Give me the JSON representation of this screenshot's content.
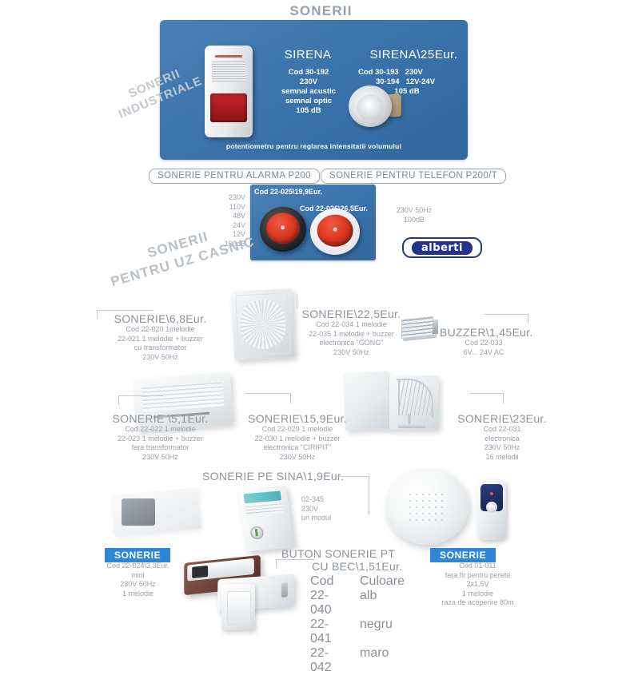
{
  "page_title": "SONERII",
  "industrial": {
    "diagonal_line1": "SONERII",
    "diagonal_line2": "INDUSTRIALE",
    "left": {
      "heading": "SIRENA",
      "lines": [
        "Cod 30-192",
        "230V",
        "semnal acustic",
        "semnal optic",
        "105 dB"
      ]
    },
    "right": {
      "heading": "SIRENA\\25Eur.",
      "row1_code": "Cod 30-193",
      "row1_volt": "230V",
      "row2_code": "30-194",
      "row2_volt": "12V-24V",
      "db": "105 dB"
    },
    "footer": "potentiometru pentru reglarea intensitatii volumului"
  },
  "p200": {
    "header_alarma": "SONERIE PENTRU ALARMA P200",
    "header_telefon": "SONERIE PENTRU TELEFON P200/T",
    "left_specs": [
      "230V",
      "110V",
      "48V",
      "24V",
      "12V",
      "100dB"
    ],
    "price_black": "Cod 22-025\\19,9Eur.",
    "price_white": "Cod 22-026\\26,5Eur.",
    "right_specs": [
      "230V  50Hz",
      "100dB"
    ],
    "logo": "alberti"
  },
  "casnic": {
    "diagonal_line1": "SONERII",
    "diagonal_line2": "PENTRU UZ CASNIC"
  },
  "products": [
    {
      "id": "sonerie-6-8",
      "title": "SONERIE\\6,8Eur.",
      "lines": [
        "Cod 22-020 1melodie",
        "22-021 1 melodie + buzzer",
        "cu transformator",
        "230V 50Hz"
      ]
    },
    {
      "id": "sonerie-22-5",
      "title": "SONERIE\\22,5Eur.",
      "lines": [
        "Cod 22-034 1 melodie",
        "22-035 1 melodie + buzzer",
        "electronica \"GONG\"",
        "230V 50Hz"
      ]
    },
    {
      "id": "buzzer-1-45",
      "title": "BUZZER\\1,45Eur.",
      "lines": [
        "Cod 22-033",
        "6V... 24V AC"
      ]
    },
    {
      "id": "sonerie-5-1",
      "title": "SONERIE \\5,1Eur.",
      "lines": [
        "Cod 22-022 1 melodie",
        "22-023 1 melodie + buzzer",
        "fara transformator",
        "230V 50Hz"
      ]
    },
    {
      "id": "sonerie-15-9",
      "title": "SONERIE\\15,9Eur.",
      "lines": [
        "Cod 22-029 1 melodie",
        "22-030 1 melodie + buzzer",
        "electronica \"CIRIPIT\"",
        "230V 50Hz"
      ]
    },
    {
      "id": "sonerie-23",
      "title": "SONERIE\\23Eur.",
      "lines": [
        "Cod 22-031",
        "electronica",
        "230V 50Hz",
        "16 melodii"
      ]
    }
  ],
  "sina": {
    "title": "SONERIE PE SINA\\1,9Eur.",
    "lines": [
      "02-345",
      "230V",
      "un modul"
    ]
  },
  "sonerie_mini": {
    "badge": "SONERIE",
    "lines": [
      "Cod 22-024\\3,3Eur.",
      "mini",
      "230V 50Hz",
      "1 melodie"
    ]
  },
  "buton": {
    "title_line1": "BUTON SONERIE PT",
    "title_line2": "CU BEC\\1,51Eur.",
    "table_headers": [
      "Cod",
      "Culoare"
    ],
    "table_rows": [
      {
        "cod": "22-040",
        "culoare": "alb"
      },
      {
        "cod": "22-041",
        "culoare": "negru"
      },
      {
        "cod": "22-042",
        "culoare": "maro"
      }
    ]
  },
  "sonerie_wireless": {
    "badge": "SONERIE",
    "lines": [
      "Cod 01-011",
      "fara fir pentru perete",
      "2x1,5V",
      "1 melodie",
      "raza de acoperire 80m"
    ]
  },
  "colors": {
    "panel_blue": "#3a74ab",
    "badge_blue": "#2f86d8",
    "logo_blue": "#26338c",
    "text_grey": "#9aa1a9",
    "red_bell": "#de3a24"
  }
}
